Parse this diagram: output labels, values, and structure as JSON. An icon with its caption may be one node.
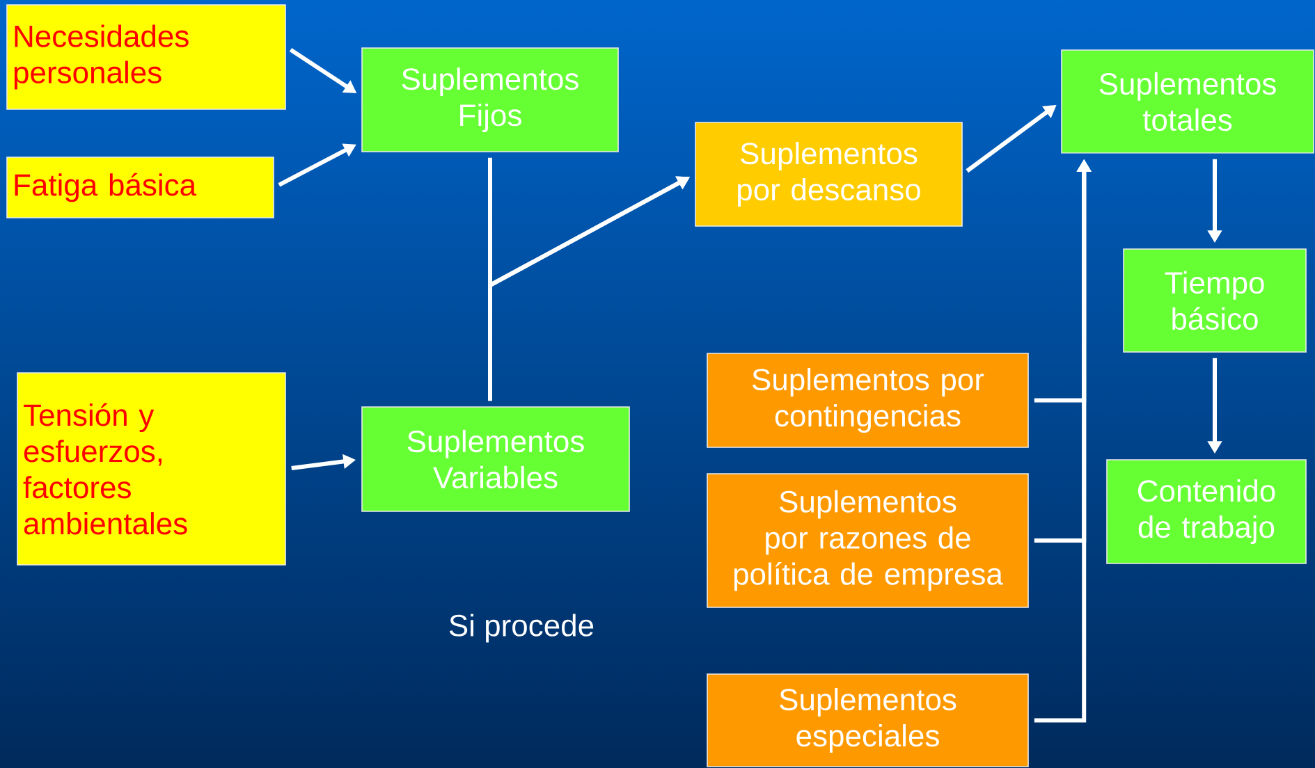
{
  "diagram": {
    "nodes": [
      {
        "text": [
          "Necesidades personales"
        ]
      },
      {
        "text": [
          "Fatiga básica"
        ]
      },
      {
        "text": [
          "Suplementos Fijos"
        ]
      },
      {
        "text": [
          "Tensión y esfuerzos, factores ambientales"
        ]
      },
      {
        "text": [
          "Suplementos Variables"
        ]
      },
      {
        "text": [
          "Suplementos por descanso"
        ]
      },
      {
        "text": [
          "Suplementos totales"
        ]
      },
      {
        "text": [
          "Tiempo básico"
        ]
      },
      {
        "text": [
          "Contenido de trabajo"
        ]
      },
      {
        "text": [
          "Suplementos por contingencias"
        ]
      },
      {
        "text": [
          "Suplementos por razones de política de empresa"
        ]
      },
      {
        "text": [
          "Suplementos especiales"
        ]
      }
    ],
    "edges": [
      {
        "from": 0,
        "to": 2,
        "arrow": "to"
      },
      {
        "from": 1,
        "to": 2,
        "arrow": "to"
      },
      {
        "from": 3,
        "to": 4,
        "arrow": "to"
      },
      {
        "from": 2,
        "to": 5,
        "arrow": "to"
      },
      {
        "from": 4,
        "to": 5,
        "arrow": "to"
      },
      {
        "from": 5,
        "to": 6,
        "arrow": "to"
      },
      {
        "from": 9,
        "to": 6,
        "arrow": "to"
      },
      {
        "from": 10,
        "to": 6,
        "arrow": "to"
      },
      {
        "from": 11,
        "to": 6,
        "arrow": "to"
      },
      {
        "from": 6,
        "to": 7,
        "arrow": "to"
      },
      {
        "from": 7,
        "to": 8,
        "arrow": "to"
      }
    ],
    "labels": [
      "Si procede"
    ]
  }
}
